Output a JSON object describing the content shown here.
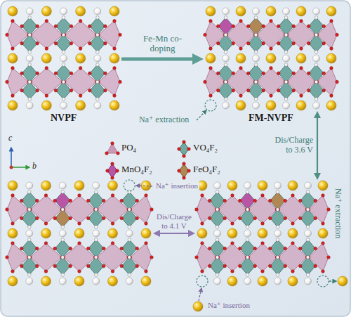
{
  "diagram": {
    "nodes": [
      {
        "text": [
          "NVPF"
        ]
      },
      {
        "text": [
          "FM-NVPF"
        ]
      },
      {
        "text": [
          "Na⁺ insertion"
        ]
      },
      {
        "text": [
          "Na⁺ extraction"
        ]
      }
    ],
    "edges": [
      {
        "from": 0,
        "to": 1,
        "arrow": "to",
        "label": "Fe-Mn co-doping"
      },
      {
        "from": 1,
        "to": 3,
        "arrow": "both",
        "label": "Dis/Charge to 3.6 V"
      },
      {
        "from": 2,
        "to": 3,
        "arrow": "both",
        "label": "Dis/Charge to 4.1 V"
      }
    ],
    "labels": [
      "Na⁺ extraction",
      "Na⁺ insertion",
      "c",
      "b"
    ],
    "legend": [
      {
        "text": "PO₄"
      },
      {
        "text": "VO₄F₂"
      },
      {
        "text": "MnO₄F₂"
      },
      {
        "text": "FeO₄F₂"
      }
    ]
  }
}
